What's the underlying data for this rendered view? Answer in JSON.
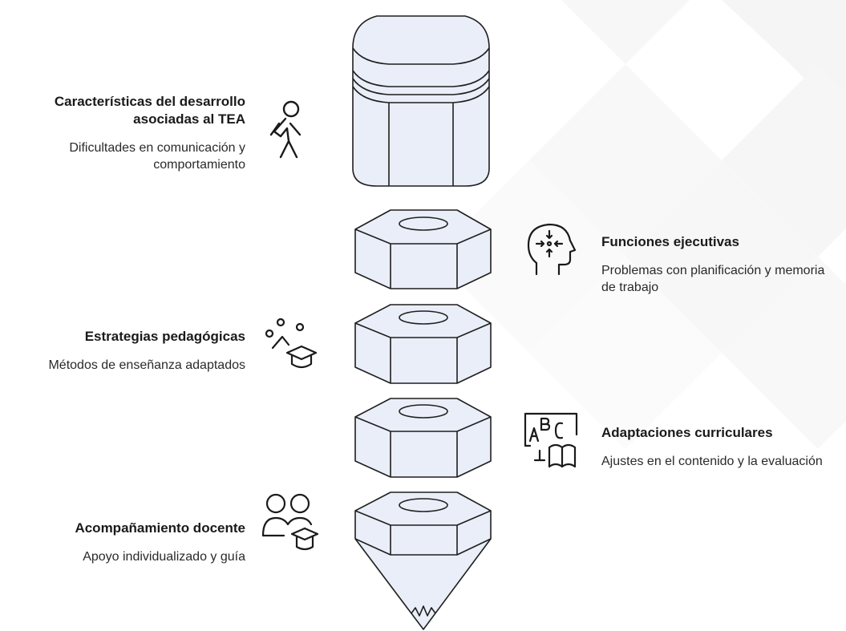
{
  "items": [
    {
      "title": "Características del desarrollo asociadas al TEA",
      "description": "Dificultades en comunicación y comportamiento",
      "icon": "walking-person-icon"
    },
    {
      "title": "Funciones ejecutivas",
      "description": "Problemas con planificación y memoria de trabajo",
      "icon": "head-focus-icon"
    },
    {
      "title": "Estrategias pedagógicas",
      "description": "Métodos de enseñanza adaptados",
      "icon": "graduation-ideas-icon"
    },
    {
      "title": "Adaptaciones curriculares",
      "description": "Ajustes en el contenido y la evaluación",
      "icon": "abc-book-icon"
    },
    {
      "title": "Acompañamiento docente",
      "description": "Apoyo individualizado y guía",
      "icon": "teacher-students-icon"
    }
  ],
  "colors": {
    "block_fill": "#e9eef8",
    "block_stroke": "#1f1f1f",
    "text": "#1a1a1a"
  }
}
